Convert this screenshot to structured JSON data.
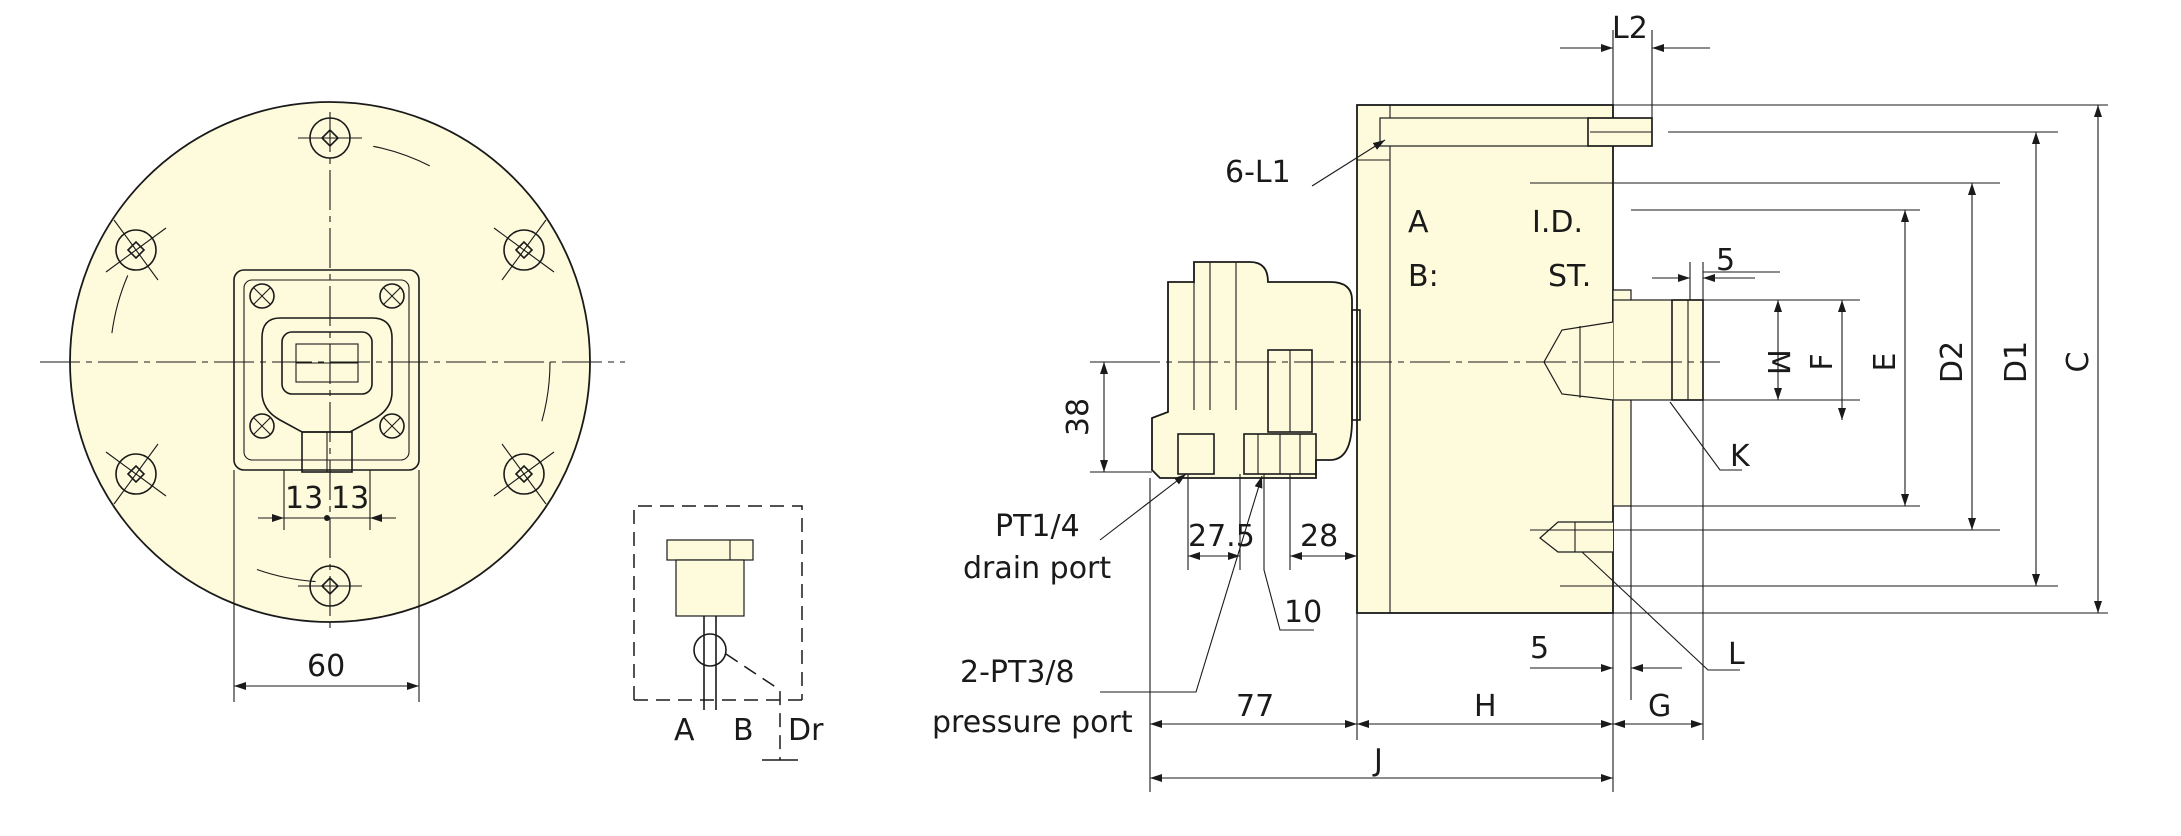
{
  "colors": {
    "body_fill": "#fdfbdc",
    "line": "#1a1a1a",
    "background": "#ffffff"
  },
  "front_view": {
    "dim_13_left": "13",
    "dim_13_right": "13",
    "dim_60": "60"
  },
  "symbol": {
    "port_a": "A",
    "port_b": "B",
    "port_dr": "Dr"
  },
  "side_view": {
    "label_6_l1": "6-L1",
    "label_a": "A",
    "label_b": "B:",
    "label_id": "I.D.",
    "label_st": "ST.",
    "dim_l2": "L2",
    "dim_5_top": "5",
    "dim_m": "M",
    "dim_f": "F",
    "dim_e": "E",
    "dim_d2": "D2",
    "dim_d1": "D1",
    "dim_c": "C",
    "dim_k": "K",
    "dim_l": "L",
    "dim_38": "38",
    "drain_port_size": "PT1/4",
    "drain_port_text": "drain port",
    "dim_27_5": "27.5",
    "dim_28": "28",
    "dim_10": "10",
    "pressure_port_size": "2-PT3/8",
    "pressure_port_text": "pressure port",
    "dim_5_bottom": "5",
    "dim_77": "77",
    "dim_h": "H",
    "dim_g": "G",
    "dim_j": "J"
  }
}
